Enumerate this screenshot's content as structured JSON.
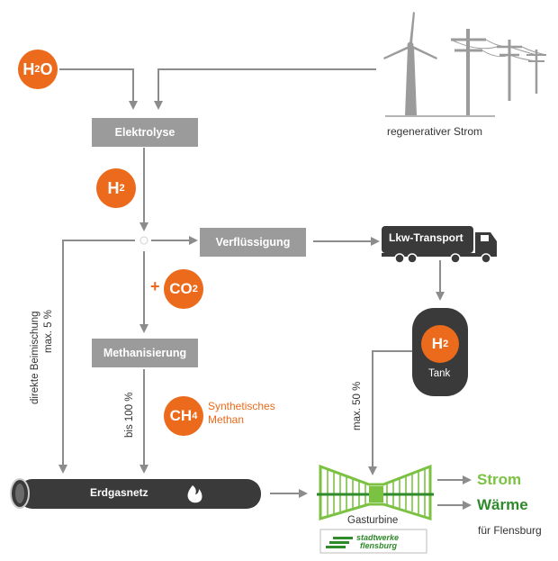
{
  "colors": {
    "orange": "#ec6a1b",
    "gray_box": "#9b9b9b",
    "arrow": "#8c8c8c",
    "dark": "#3a3a3a",
    "green": "#7bc142",
    "green_dark": "#2f8a2b"
  },
  "inputs": {
    "water": {
      "main": "H",
      "sub": "2",
      "tail": "O"
    },
    "renewable_label": "regenerativer Strom"
  },
  "process": {
    "electrolysis": "Elektrolyse",
    "hydrogen": {
      "main": "H",
      "sub": "2"
    },
    "liquefaction": "Verflüssigung",
    "truck_transport": "Lkw-Transport",
    "co2_plus": "+",
    "co2": {
      "main": "CO",
      "sub": "2"
    },
    "methanation": "Methanisierung",
    "methane": {
      "main": "CH",
      "sub": "4"
    },
    "methane_label_line1": "Synthetisches",
    "methane_label_line2": "Methan",
    "tank": {
      "main": "H",
      "sub": "2",
      "label": "Tank"
    }
  },
  "annotations": {
    "direct_mixing_line1": "direkte Beimischung",
    "direct_mixing_line2": "max. 5 %",
    "up_to_100": "bis 100 %",
    "max_50": "max. 50 %"
  },
  "outputs": {
    "gas_grid": "Erdgasnetz",
    "gas_turbine": "Gasturbine",
    "power": "Strom",
    "heat": "Wärme",
    "for_city": "für Flensburg",
    "logo_line1": "stadtwerke",
    "logo_line2": "flensburg"
  },
  "icons": [
    "wind-turbine-icon",
    "power-pylon-icon",
    "truck-icon",
    "flame-icon",
    "gas-turbine-icon"
  ]
}
